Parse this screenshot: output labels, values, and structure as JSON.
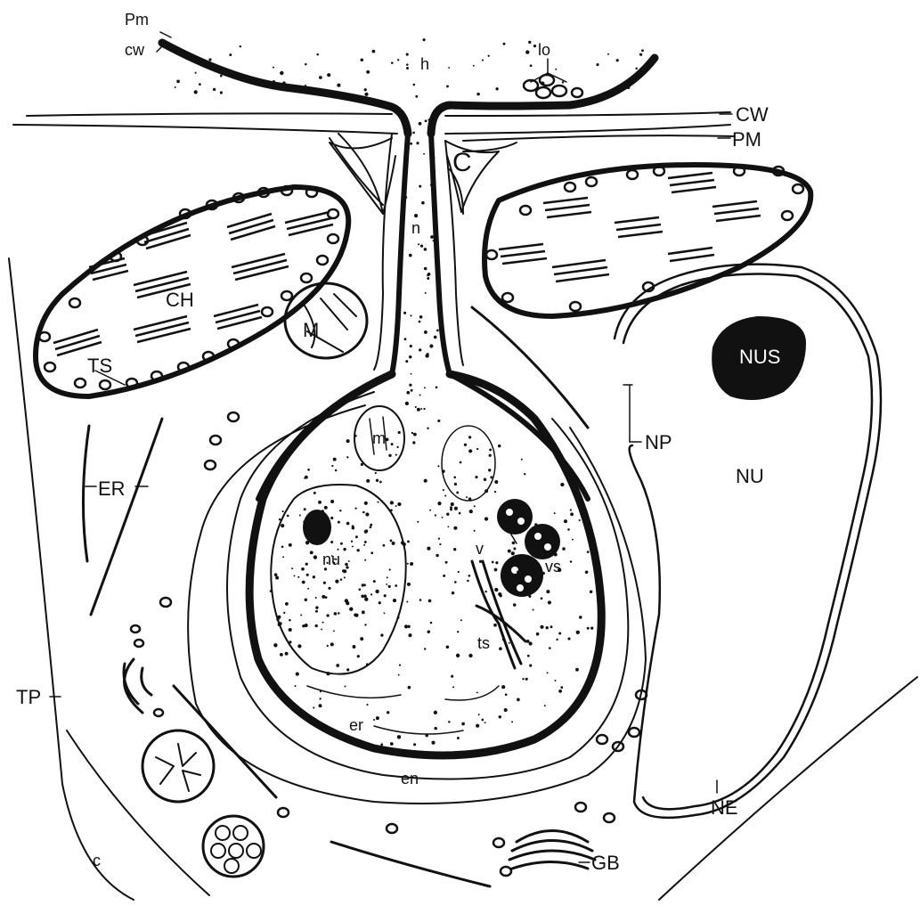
{
  "labels": {
    "pm_top": "Pm",
    "cw_top": "cw",
    "h": "h",
    "lo": "lo",
    "CW": "CW",
    "PM": "PM",
    "C": "C",
    "n": "n",
    "CH": "CH",
    "TS": "TS",
    "M": "M",
    "NUS": "NUS",
    "NP": "NP",
    "NU": "NU",
    "ER": "ER",
    "m": "m",
    "nu": "nu",
    "v": "v",
    "vs": "vs",
    "ts": "ts",
    "TP": "TP",
    "er": "er",
    "en": "en",
    "NE": "NE",
    "GB": "GB",
    "c": "c"
  }
}
